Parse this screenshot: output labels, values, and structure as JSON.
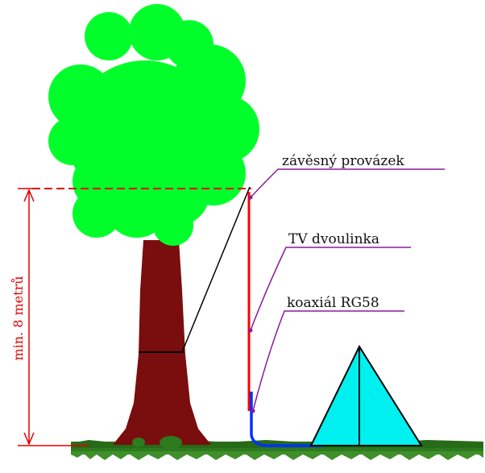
{
  "labels": {
    "hanging_string": "závěsný provázek",
    "tv_twin_lead": "TV dvoulinka",
    "coax": "koaxiál RG58",
    "min_height": "min. 8 metrů"
  },
  "colors": {
    "foliage": "#00ff2a",
    "trunk": "#7a0d0d",
    "ground": "#2e7a1e",
    "tent": "#00f0f0",
    "antenna_wire": "#ff0000",
    "coax_cable": "#0030ff",
    "callout_line": "#8a1a9a",
    "dimension": "#e00000"
  }
}
